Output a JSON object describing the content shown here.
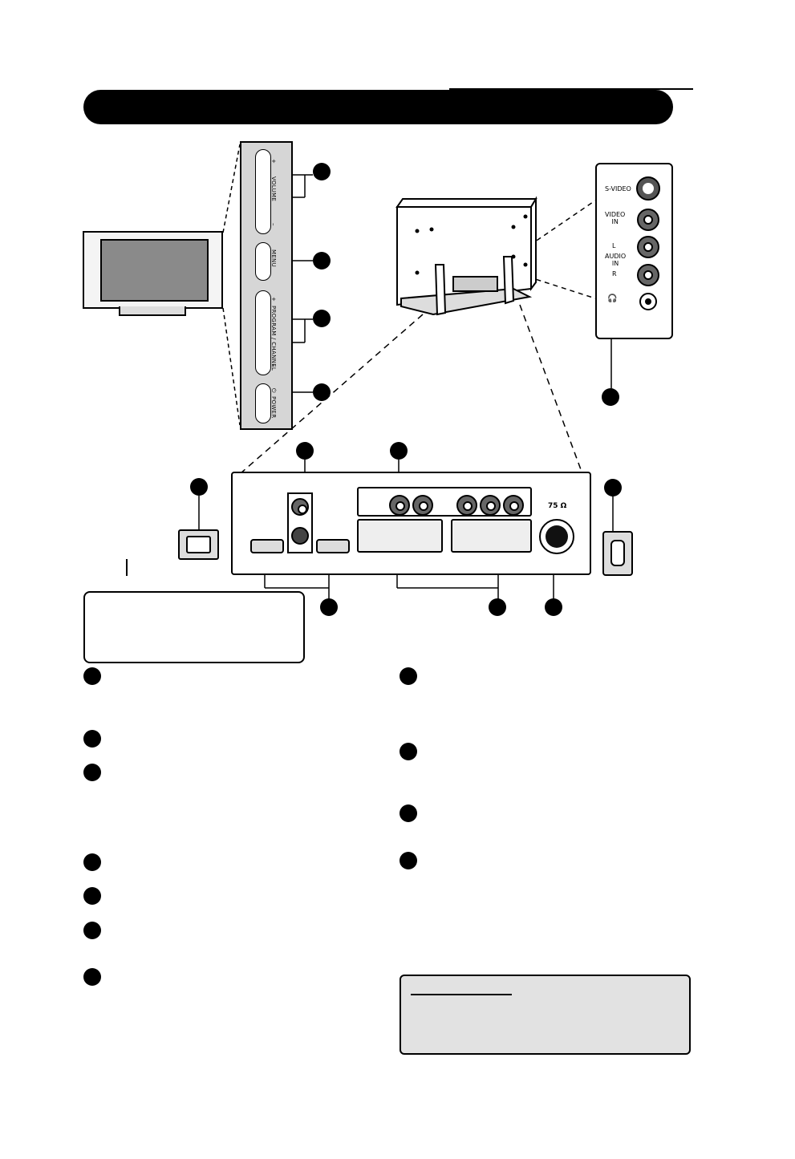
{
  "front_panel": {
    "volume_label": "VOLUME",
    "volume_plus": "+",
    "volume_minus": "–",
    "menu_label": "MENU",
    "program_label": "PROGRAM / CHANNEL",
    "program_plus": "+",
    "program_minus": "–",
    "power_label": "POWER",
    "power_symbol": "⏻"
  },
  "side_panel": {
    "svideo_label": "S-VIDEO",
    "video_in_label": "VIDEO\nIN",
    "audio_in_label": "AUDIO\nIN",
    "audio_left": "L",
    "audio_right": "R",
    "headphone_symbol": "🎧"
  },
  "rear_panel": {
    "antenna_label": "75 Ω"
  }
}
